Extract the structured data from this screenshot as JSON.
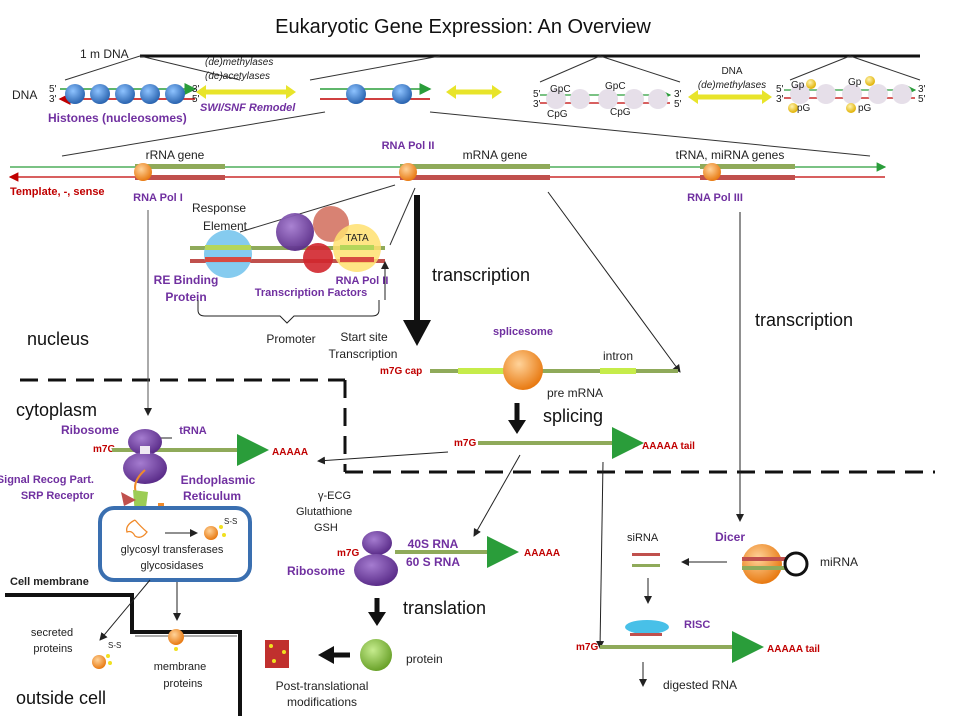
{
  "title": "Eukaryotic Gene Expression: An Overview",
  "dna_length": "1 m DNA",
  "dna_label": "DNA",
  "histones": "Histones (nucleosomes)",
  "demethylases": "(de)methylases",
  "deacetylases": "(de)acetylases",
  "swi_snf": "SWI/SNF Remodel",
  "dna_methylases_1": "DNA",
  "dna_methylases_2": "(de)methylases",
  "strand_5": "5'",
  "strand_3": "3'",
  "gpc": "GpC",
  "cpg": "CpG",
  "gp": "Gp",
  "pg": "pG",
  "rna_pol_ii_top": "RNA Pol II",
  "rrna_gene": "rRNA gene",
  "mrna_gene": "mRNA gene",
  "trna_genes": "tRNA, miRNA genes",
  "template": "Template, -, sense",
  "rna_pol_i": "RNA Pol I",
  "rna_pol_iii": "RNA Pol III",
  "response_element_1": "Response",
  "response_element_2": "Element",
  "tata": "TATA",
  "re_binding_1": "RE Binding",
  "re_binding_2": "Protein",
  "transcription_factors": "Transcription Factors",
  "rna_pol_ii_small": "RNA Pol II",
  "promoter": "Promoter",
  "start_site_1": "Start site",
  "start_site_2": "Transcription",
  "transcription_center": "transcription",
  "transcription_right": "transcription",
  "nucleus": "nucleus",
  "cytoplasm": "cytoplasm",
  "spliceosome": "splicesome",
  "intron": "intron",
  "m7g_cap": "m7G cap",
  "pre_mrna": "pre mRNA",
  "splicing": "splicing",
  "m7g": "m7G",
  "aaaaa_tail": "AAAAA tail",
  "aaaaa": "AAAAA",
  "ribosome": "Ribosome",
  "trna": "tRNA",
  "signal_recog": "Signal  Recog Part.",
  "srp_receptor": "SRP Receptor",
  "er_1": "Endoplasmic",
  "er_2": "Reticulum",
  "gamma_ecg": "γ-ECG",
  "glutathione": "Glutathione",
  "gsh": "GSH",
  "glycosyl_1": "glycosyl transferases",
  "glycosyl_2": "glycosidases",
  "ss": "S-S",
  "rna_40s": "40S RNA",
  "rna_60s": "60 S RNA",
  "sirna": "siRNA",
  "dicer": "Dicer",
  "mirna": "miRNA",
  "risc": "RISC",
  "digested_rna": "digested RNA",
  "cell_membrane": "Cell membrane",
  "secreted_1": "secreted",
  "secreted_2": "proteins",
  "membrane_1": "membrane",
  "membrane_2": "proteins",
  "outside_cell": "outside cell",
  "translation": "translation",
  "protein": "protein",
  "ptm_1": "Post-translational",
  "ptm_2": "modifications",
  "colors": {
    "purple": "#7030a0",
    "red": "#c00000",
    "green_strand": "#8faa5a",
    "red_strand": "#c0504d",
    "histone": "#3a78c4",
    "orange": "#f28c28",
    "yellow": "#e8e42a"
  }
}
